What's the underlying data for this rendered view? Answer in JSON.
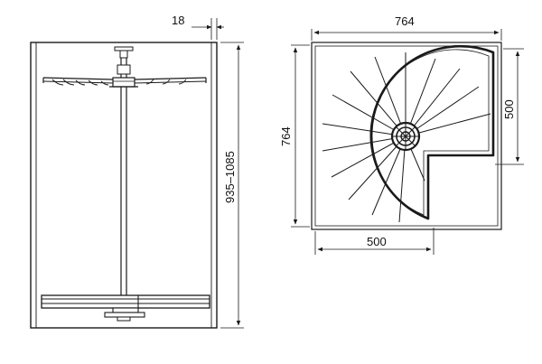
{
  "front_view": {
    "panel_thickness_label": "18",
    "height_range_label": "935–1085"
  },
  "top_view": {
    "width_label": "764",
    "depth_label": "764",
    "cutout_depth_label": "500",
    "cutout_width_label": "500"
  }
}
